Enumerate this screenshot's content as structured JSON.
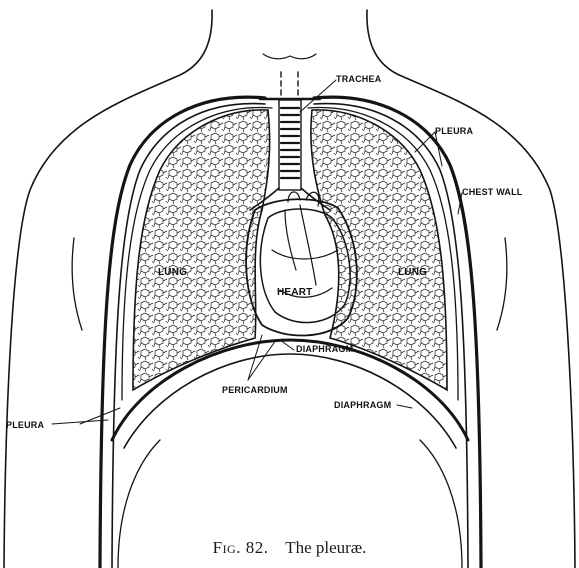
{
  "labels": {
    "trachea": "TRACHEA",
    "pleura_top": "PLEURA",
    "chest_wall": "CHEST WALL",
    "lung_left": "LUNG",
    "lung_right": "LUNG",
    "heart": "HEART",
    "diaphragm_center": "DIAPHRAGM",
    "pericardium": "PERICARDIUM",
    "diaphragm_right": "DIAPHRAGM",
    "pleura_left": "PLEURA"
  },
  "caption": {
    "fig": "Fig. 82.",
    "text": "The pleuræ."
  },
  "colors": {
    "ink": "#141414",
    "background": "#ffffff"
  }
}
